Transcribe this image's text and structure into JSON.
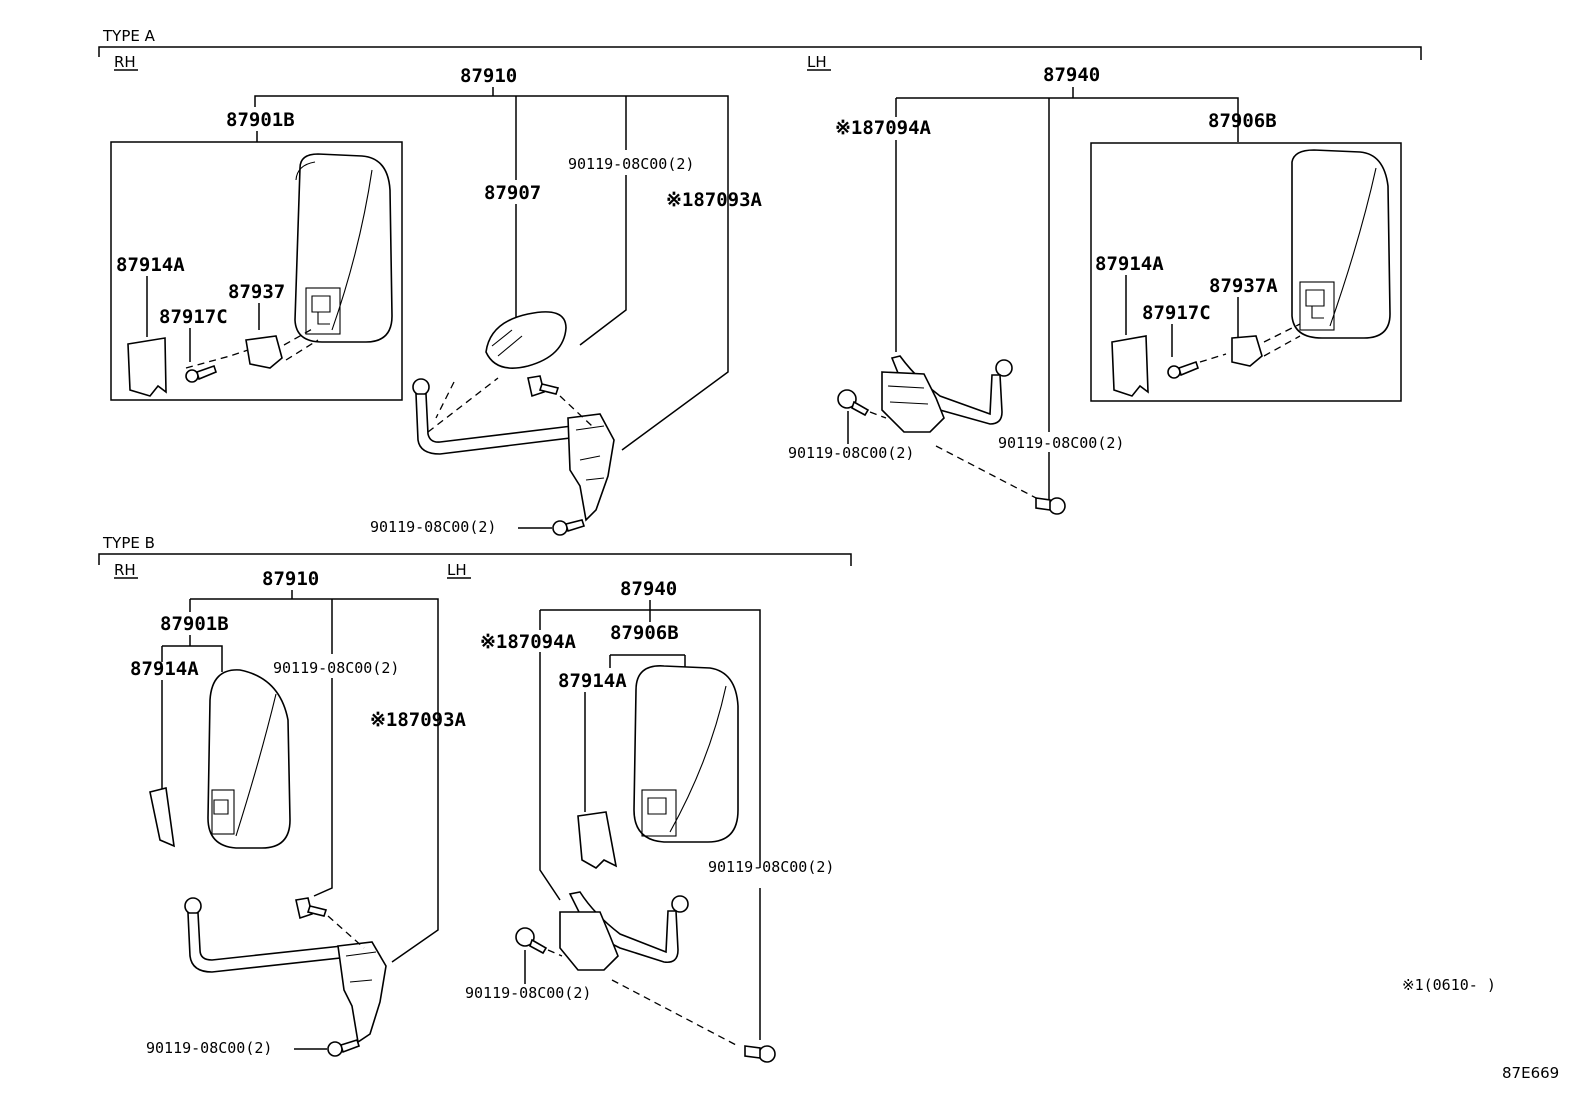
{
  "sections": {
    "type_a": "TYPE A",
    "type_b": "TYPE B"
  },
  "sides": {
    "rh": "RH",
    "lh": "LH"
  },
  "type_a": {
    "rh": {
      "assembly": "87910",
      "mirror_sub": "87901B",
      "cover": "87914A",
      "screw": "87917C",
      "holder": "87937",
      "stay": "87907",
      "bolt_upper": "90119-08C00(2)",
      "bracket": "※187093A",
      "bolt_lower": "90119-08C00(2)"
    },
    "lh": {
      "assembly": "87940",
      "bracket": "※187094A",
      "mirror_sub": "87906B",
      "cover": "87914A",
      "holder": "87937A",
      "screw": "87917C",
      "bolt_left": "90119-08C00(2)",
      "bolt_right": "90119-08C00(2)"
    }
  },
  "type_b": {
    "rh": {
      "assembly": "87910",
      "mirror_sub": "87901B",
      "cover": "87914A",
      "bolt_upper": "90119-08C00(2)",
      "bracket": "※187093A",
      "bolt_lower": "90119-08C00(2)"
    },
    "lh": {
      "assembly": "87940",
      "bracket": "※187094A",
      "mirror_sub": "87906B",
      "cover": "87914A",
      "bolt_right": "90119-08C00(2)",
      "bolt_left": "90119-08C00(2)"
    }
  },
  "note": "※1(0610-    )",
  "diagram_code": "87E669"
}
